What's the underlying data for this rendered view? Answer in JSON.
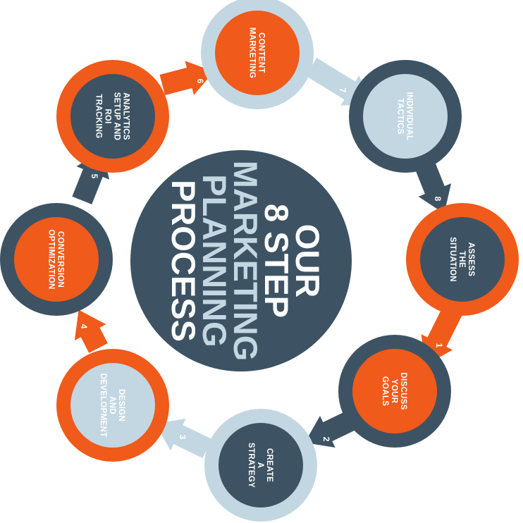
{
  "colors": {
    "orange": "#f05a1a",
    "slate": "#3d5363",
    "light_blue": "#c3d7e2",
    "white": "#ffffff"
  },
  "center_title": [
    "OUR",
    "8 STEP",
    "MARKETING",
    "PLANNING",
    "PROCESS"
  ],
  "center_title_colors": [
    "white",
    "white",
    "light_blue",
    "light_blue",
    "white"
  ],
  "steps": [
    {
      "number": "1",
      "lines": [
        "DISCUSS",
        "YOUR",
        "GOALS"
      ],
      "ring": "slate",
      "fill": "orange",
      "text_color": "white",
      "arrow_color": "orange"
    },
    {
      "number": "2",
      "lines": [
        "CREATE",
        "A",
        "STRATEGY"
      ],
      "ring": "light_blue",
      "fill": "slate",
      "text_color": "white",
      "arrow_color": "slate"
    },
    {
      "number": "3",
      "lines": [
        "DESIGN",
        "AND",
        "DEVELOPMENT"
      ],
      "ring": "orange",
      "fill": "light_blue",
      "text_color": "white",
      "arrow_color": "light_blue"
    },
    {
      "number": "4",
      "lines": [
        "CONVERSION",
        "OPTIMIZATION"
      ],
      "ring": "slate",
      "fill": "orange",
      "text_color": "white",
      "arrow_color": "orange"
    },
    {
      "number": "5",
      "lines": [
        "ANALYTICS",
        "SETUP AND",
        "ROI",
        "TRACKING"
      ],
      "ring": "orange",
      "fill": "slate",
      "text_color": "white",
      "arrow_color": "slate"
    },
    {
      "number": "6",
      "lines": [
        "CONTENT",
        "MARKETING"
      ],
      "ring": "light_blue",
      "fill": "orange",
      "text_color": "white",
      "arrow_color": "orange"
    },
    {
      "number": "7",
      "lines": [
        "INDIVIDUAL",
        "TACTICS"
      ],
      "ring": "slate",
      "fill": "light_blue",
      "text_color": "white",
      "arrow_color": "light_blue"
    },
    {
      "number": "8",
      "lines": [
        "ASSESS",
        "THE",
        "SITUATION"
      ],
      "ring": "orange",
      "fill": "slate",
      "text_color": "white",
      "arrow_color": "slate"
    }
  ]
}
